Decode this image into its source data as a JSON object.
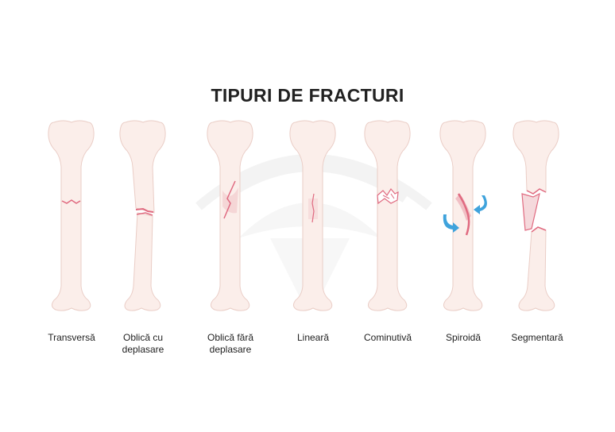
{
  "title": "TIPURI DE FRACTURI",
  "colors": {
    "bone": "#fbeeea",
    "bone_outline": "#eacdc6",
    "fracture": "#e06a80",
    "rotation_arrow": "#3fa3dc"
  },
  "fractures": [
    {
      "label": "Transversă"
    },
    {
      "label": "Oblică cu\ndeplasare"
    },
    {
      "label": "Oblică fără\ndeplasare"
    },
    {
      "label": "Lineară"
    },
    {
      "label": "Cominutivă"
    },
    {
      "label": "Spiroidă"
    },
    {
      "label": "Segmentară"
    }
  ]
}
